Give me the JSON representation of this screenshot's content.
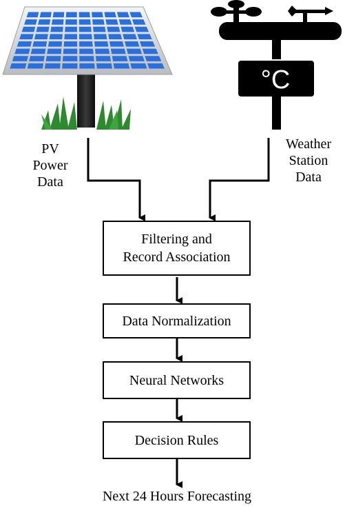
{
  "inputs": {
    "pv_label": "PV\nPower\nData",
    "weather_label": "Weather\nStation\nData",
    "thermometer_unit": "°C"
  },
  "process_steps": [
    "Filtering and\nRecord Association",
    "Data Normalization",
    "Neural Networks",
    "Decision Rules"
  ],
  "output": "Next 24 Hours Forecasting",
  "icons": [
    "solar-panel-icon",
    "weather-station-icon",
    "thermometer-display-icon"
  ],
  "colors": {
    "panel_cell": "#2a6fdb",
    "panel_frame": "#d0d3d6",
    "stroke": "#000000"
  }
}
